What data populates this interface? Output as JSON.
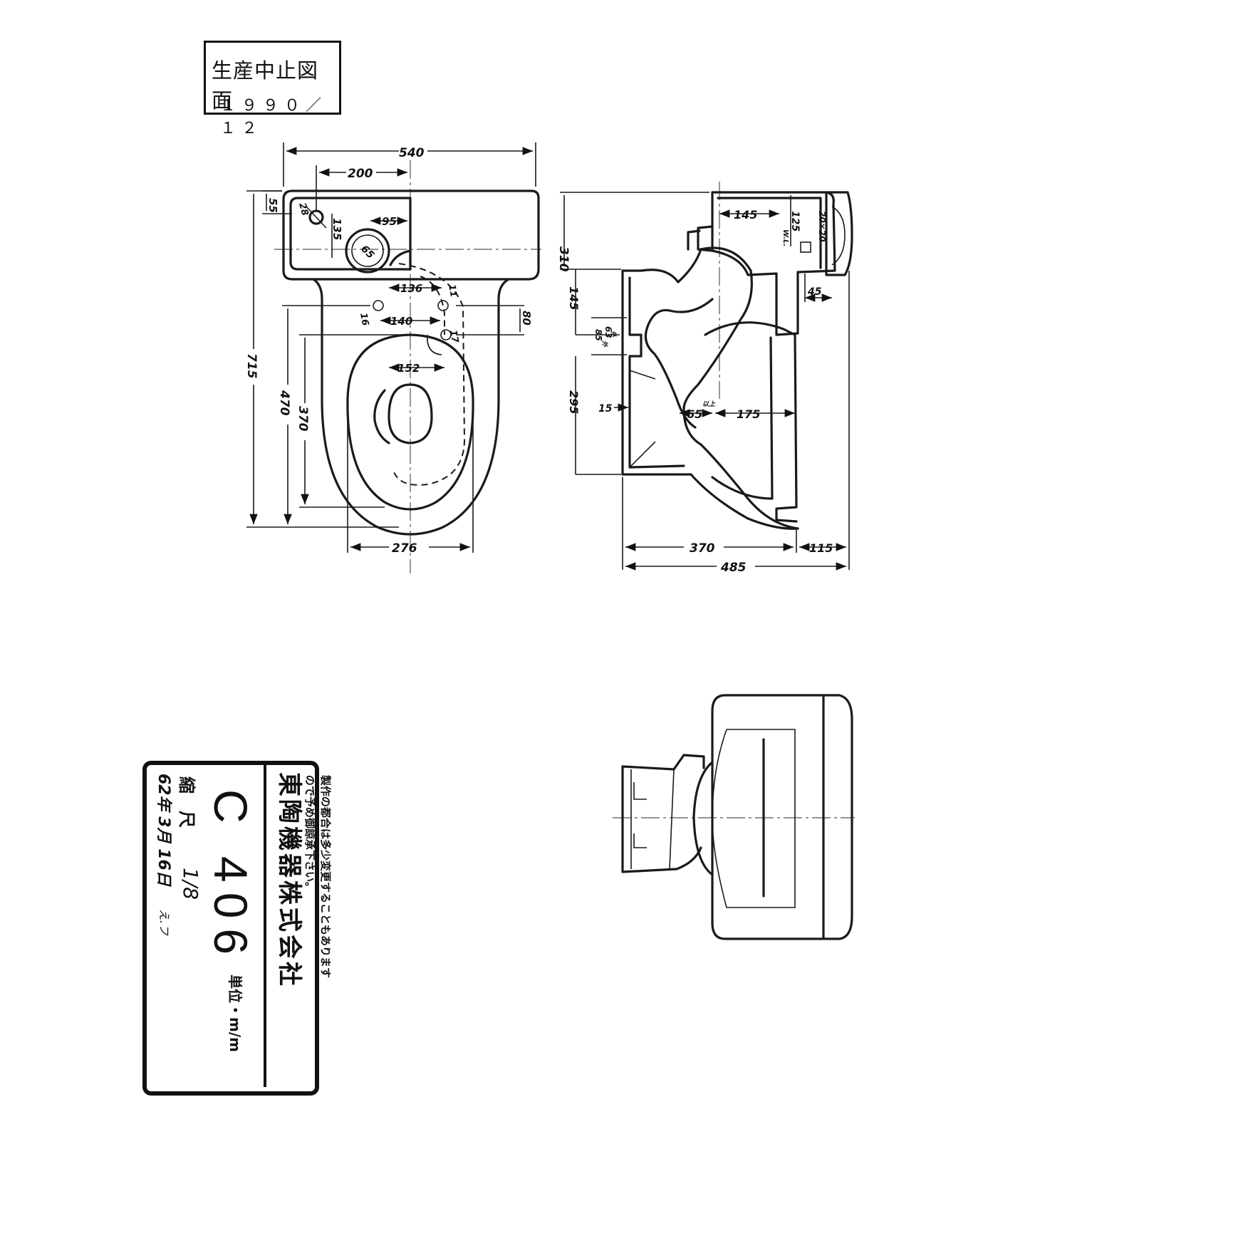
{
  "stamp": {
    "title": "生産中止図面",
    "date": "１９９０／１２"
  },
  "dimensions": {
    "plan": {
      "overall_width": "540",
      "tank_offset": "200",
      "tank_depth": "55",
      "bolt_dia": "28",
      "bolt_to_hole": "135",
      "hole_offset": "95",
      "flush_hole": "65",
      "fix_spacing_1": "136",
      "fix_dia_a": "11",
      "fix_dia_b": "16",
      "fix_spacing_2": "140",
      "fix_depth": "80",
      "fix_dia_c": "17",
      "seat_offset": "152",
      "overall_length": "715",
      "bowl_length": "470",
      "seat_length": "370",
      "bowl_width": "276"
    },
    "section": {
      "tank_height": "310",
      "tank_inner": "145",
      "water_level": "125",
      "wl_label": "W.L.",
      "supply_size": "20×20",
      "supply_offset": "45",
      "outlet_height": "145",
      "outlet_a": "63",
      "outlet_b": "85",
      "outlet_mark_a": "外",
      "outlet_mark_b": "外",
      "rim_height": "295",
      "wall": "15",
      "trap_size": "65",
      "trap_mark": "以上",
      "bowl_depth": "175",
      "depth_front": "370",
      "depth_back": "115",
      "overall_depth": "485"
    }
  },
  "title_block": {
    "company": "東陶機器株式会社",
    "model": "C 406",
    "unit": "単位・m/m",
    "scale_label": "縮　尺",
    "scale": "1/8",
    "date": "62年 3月 16日",
    "drawn_by": "え.フ",
    "note_line1": "製作の都合は多少変更することもあります",
    "note_line2": "ので予め御諒承下さい。"
  }
}
